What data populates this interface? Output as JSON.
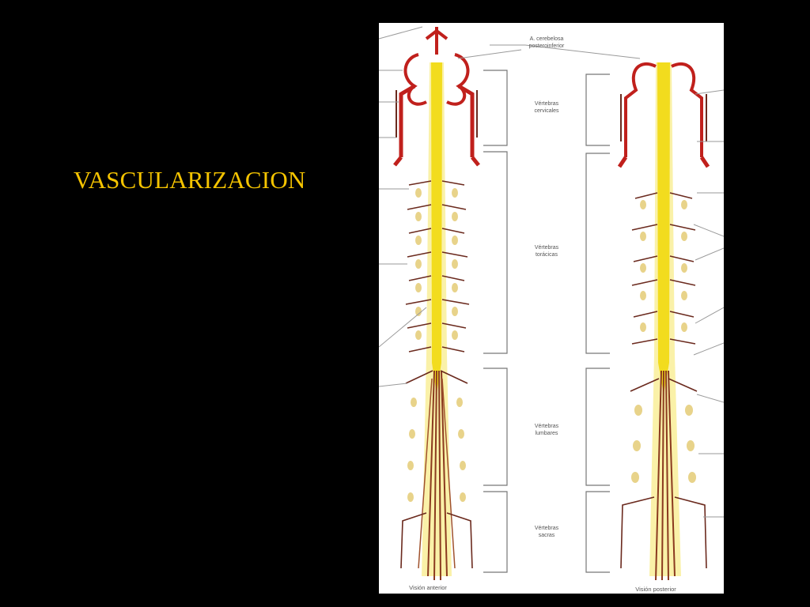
{
  "slide": {
    "title": "VASCULARIZACION"
  },
  "figure": {
    "top_label_line1": "A. cerebelosa",
    "top_label_line2": "posteroinferior",
    "regions": [
      {
        "line1": "Vértebras",
        "line2": "cervicales"
      },
      {
        "line1": "Vértebras",
        "line2": "torácicas"
      },
      {
        "line1": "Vértebras",
        "line2": "lumbares"
      },
      {
        "line1": "Vértebras",
        "line2": "sacras"
      }
    ],
    "caption_left": "Visión anterior",
    "caption_right": "Visión posterior"
  },
  "colors": {
    "title": "#f5c400",
    "cord": "#f2dc1e",
    "artery": "#c0201c",
    "vessel": "#6b2a1e",
    "ganglion": "#e8d38a"
  }
}
